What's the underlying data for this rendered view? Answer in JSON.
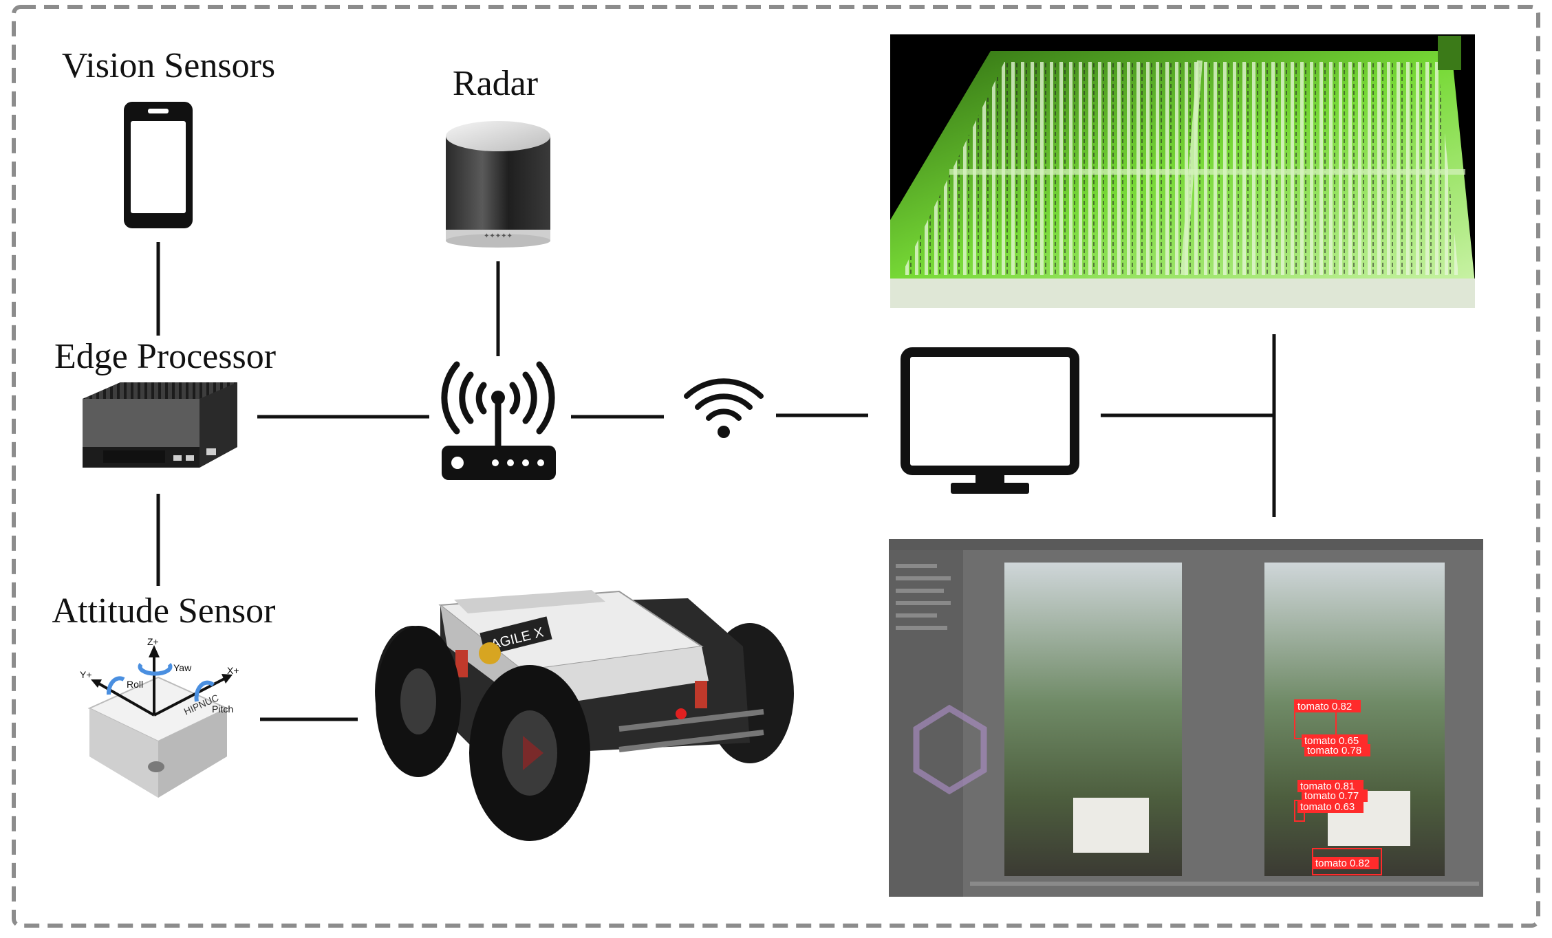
{
  "labels": {
    "vision_sensors": "Vision Sensors",
    "radar": "Radar",
    "edge_processor": "Edge Processor",
    "attitude_sensor": "Attitude Sensor"
  },
  "imu_axes": {
    "z": "Z+",
    "y": "Y+",
    "x": "X+",
    "roll": "Roll",
    "yaw": "Yaw",
    "pitch": "Pitch",
    "brand": "HIPNUC"
  },
  "robot": {
    "brand": "AGILE X"
  },
  "detections": [
    {
      "text": "tomato  0.82"
    },
    {
      "text": "tomato  0.65"
    },
    {
      "text": "tomato  0.78"
    },
    {
      "text": "tomato  0.81"
    },
    {
      "text": "tomato  0.77"
    },
    {
      "text": "tomato  0.63"
    },
    {
      "text": "tomato  0.82"
    }
  ],
  "colors": {
    "border": "#8c8c8c",
    "line": "#111111",
    "pointcloud_green": "#7be83a",
    "detection_red": "#ff2b2b",
    "ui_gray": "#6e6e6e"
  }
}
